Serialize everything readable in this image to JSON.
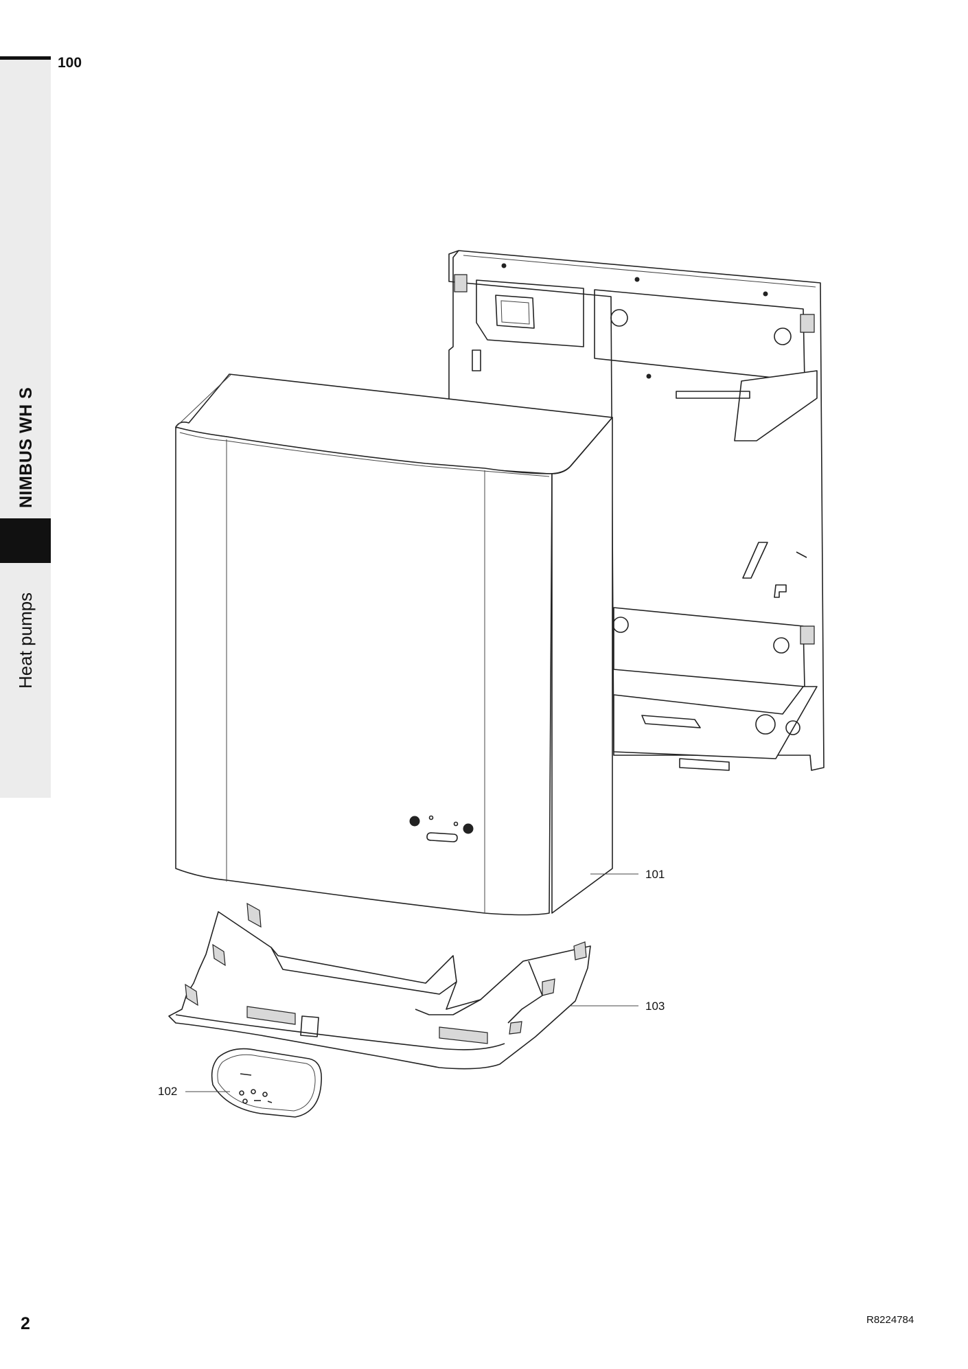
{
  "header": {
    "section_number": "100"
  },
  "sidebar": {
    "product_name": "NIMBUS WH S",
    "category": "Heat pumps"
  },
  "callouts": [
    {
      "id": "casing",
      "label": "101"
    },
    {
      "id": "control-panel",
      "label": "102"
    },
    {
      "id": "bottom-cover",
      "label": "103"
    }
  ],
  "footer": {
    "page_number": "2",
    "document_code": "R8224784"
  }
}
